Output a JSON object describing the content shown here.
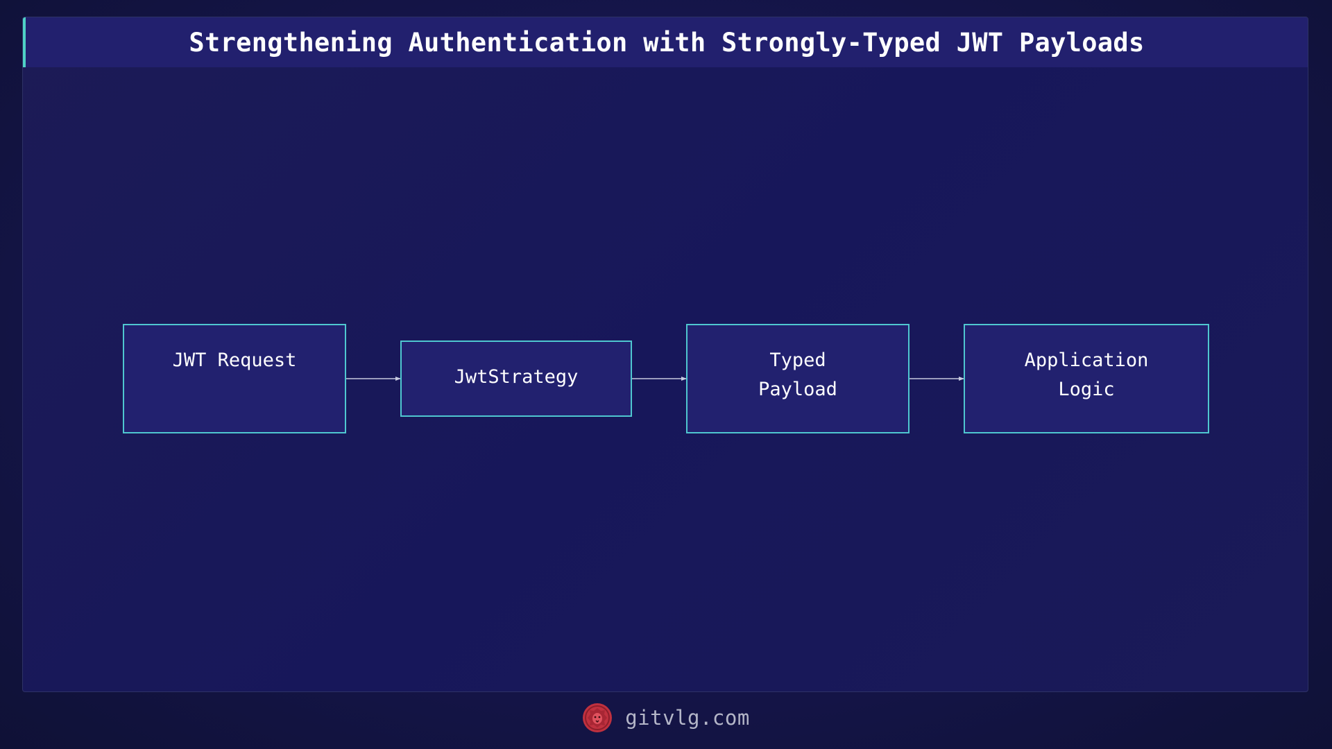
{
  "title": "Strengthening Authentication with Strongly-Typed JWT Payloads",
  "diagram": {
    "nodes": [
      {
        "id": "node-1",
        "label": "JWT Request"
      },
      {
        "id": "node-2",
        "label": "JwtStrategy"
      },
      {
        "id": "node-3",
        "label": "Typed\nPayload"
      },
      {
        "id": "node-4",
        "label": "Application\nLogic"
      }
    ],
    "edges": [
      {
        "from": "JWT Request",
        "to": "JwtStrategy"
      },
      {
        "from": "JwtStrategy",
        "to": "Typed Payload"
      },
      {
        "from": "Typed Payload",
        "to": "Application Logic"
      }
    ]
  },
  "footer": {
    "site": "gitvlg.com",
    "logo_icon": "lion-logo-icon"
  },
  "colors": {
    "background": "#15154a",
    "title_bar": "#22206e",
    "accent": "#4fd1c5",
    "node_fill": "#22216f",
    "node_border": "#4fc7d0",
    "edge": "#c8cbe0",
    "logo": "#c0313f"
  }
}
